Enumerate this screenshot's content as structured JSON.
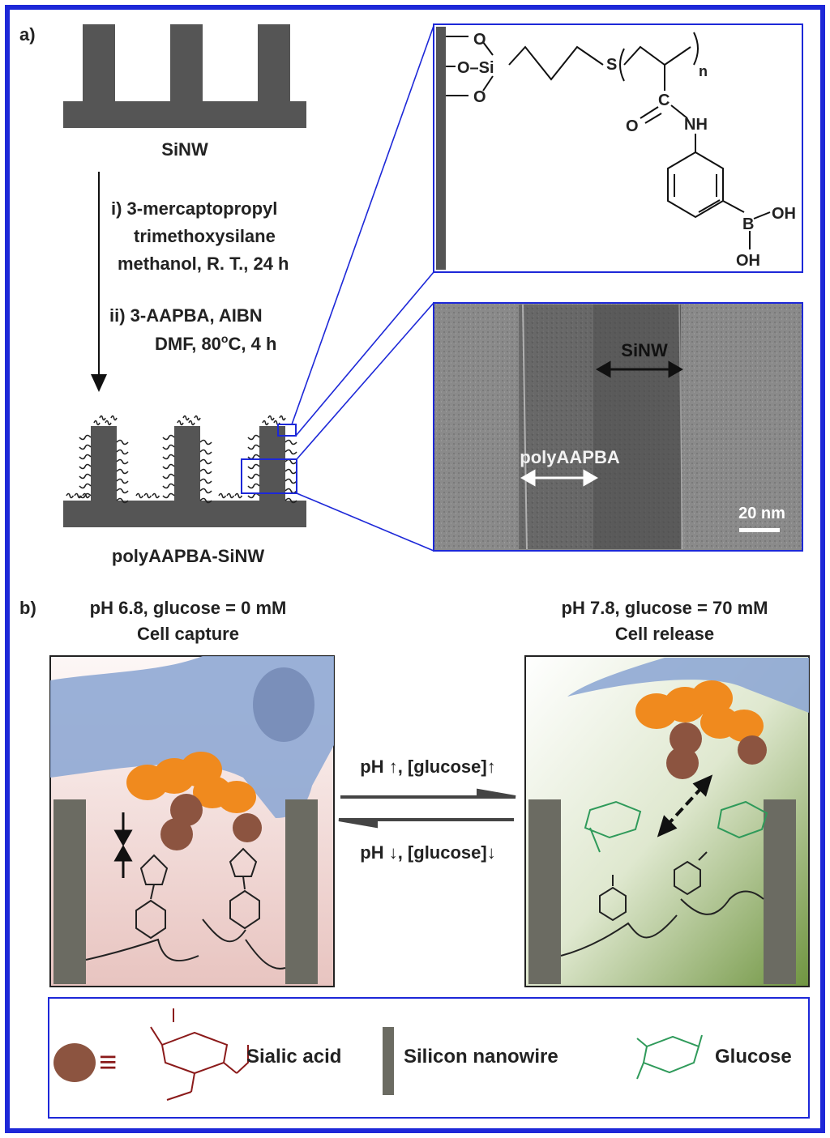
{
  "panel_a": {
    "label": "a)",
    "top_label": "SiNW",
    "step1_line1": "i) 3-mercaptopropyl",
    "step1_line2": "trimethoxysilane",
    "step1_line3": "methanol, R. T., 24 h",
    "step2_line1": "ii) 3-AAPBA, AIBN",
    "step2_line2": "DMF, 80",
    "step2_sup": "o",
    "step2_tail": "C, 4 h",
    "bottom_label": "polyAAPBA-SiNW",
    "chem": {
      "o1": "O",
      "o_si": "O–Si",
      "o3": "O",
      "s": "S",
      "n": "n",
      "c": "C",
      "o_eq": "O",
      "nh": "NH",
      "b": "B",
      "oh1": "OH",
      "oh2": "OH"
    },
    "tem": {
      "sinw_label": "SiNW",
      "poly_label": "polyAAPBA",
      "scale_label": "20 nm"
    }
  },
  "panel_b": {
    "label": "b)",
    "left_title1": "pH 6.8, glucose = 0 mM",
    "left_title2": "Cell capture",
    "right_title1": "pH 7.8, glucose = 70 mM",
    "right_title2": "Cell release",
    "forward_label": "pH ↑, [glucose]↑",
    "reverse_label": "pH ↓, [glucose]↓"
  },
  "legend": {
    "equiv": "≡",
    "sialic": "Sialic acid",
    "nanowire": "Silicon nanowire",
    "glucose": "Glucose"
  },
  "colors": {
    "frame": "#1d28d8",
    "wire": "#555555",
    "cell_blue": "#8fa9d4",
    "orange": "#f08a1e",
    "sialic": "#8c5440",
    "glucose_green": "#2f9a5a",
    "dark_red": "#8b1a1a"
  }
}
